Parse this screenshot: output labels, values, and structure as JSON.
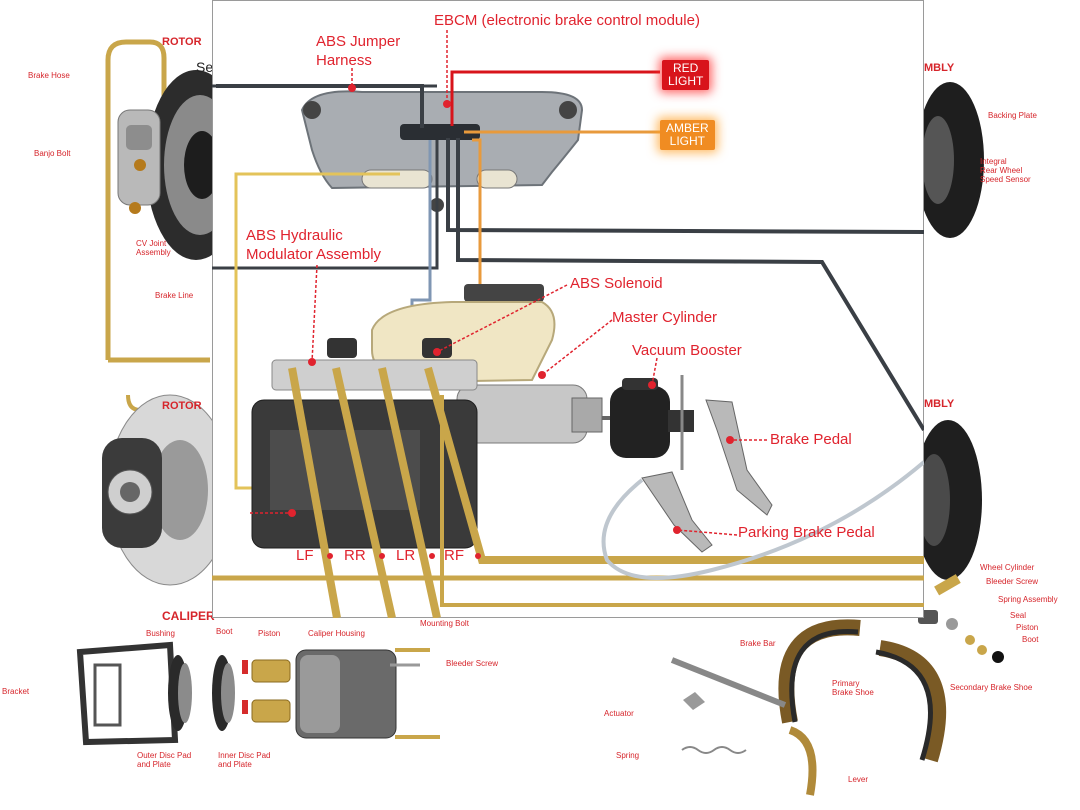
{
  "main_labels": {
    "ebcm": "EBCM (electronic brake control module)",
    "jumper_harness": "ABS Jumper\nHarness",
    "modulator": "ABS Hydraulic\nModulator Assembly",
    "solenoid": "ABS Solenoid",
    "master_cylinder": "Master Cylinder",
    "vacuum_booster": "Vacuum Booster",
    "brake_pedal": "Brake Pedal",
    "parking_pedal": "Parking Brake Pedal"
  },
  "lights": {
    "red": "RED\nLIGHT",
    "amber": "AMBER\nLIGHT"
  },
  "lines": {
    "lf": "LF",
    "rr": "RR",
    "lr": "LR",
    "rf": "RF"
  },
  "background": {
    "rotor_top": "ROTOR",
    "rotor_bottom": "ROTOR",
    "sensor": "Sensor",
    "assembly_top": "MBLY",
    "assembly_bottom": "MBLY",
    "caliper": "CALIPER",
    "brake_hose": "Brake Hose",
    "banjo_bolt": "Banjo Bolt",
    "cv_joint": "CV Joint\nAssembly",
    "brake_line": "Brake Line",
    "backing_plate": "Backing Plate",
    "wheel_speed": "Integral\nRear Wheel\nSpeed Sensor",
    "bushing": "Bushing",
    "boot": "Boot",
    "piston": "Piston",
    "caliper_housing": "Caliper Housing",
    "mounting_bolt": "Mounting Bolt",
    "bleeder_screw_left": "Bleeder Screw",
    "bracket": "Bracket",
    "outer_pad": "Outer Disc Pad\nand Plate",
    "inner_pad": "Inner Disc Pad\nand Plate",
    "wheel_cylinder": "Wheel Cylinder",
    "bleeder_screw_right": "Bleeder Screw",
    "spring_assembly": "Spring Assembly",
    "seal": "Seal",
    "piston_right": "Piston",
    "boot_right": "Boot",
    "brake_bar": "Brake Bar",
    "primary_shoe": "Primary\nBrake Shoe",
    "secondary_shoe": "Secondary Brake Shoe",
    "actuator": "Actuator",
    "spring": "Spring",
    "lever": "Lever"
  },
  "colors": {
    "label_red": "#e0232e",
    "brake_line_gold": "#c9a64a",
    "wire_dark": "#3a3f45",
    "wire_orange": "#e89a3c",
    "wire_yellow": "#e3c35a",
    "wire_blue": "#7f96b3",
    "red_light": "#d8141b",
    "amber_light": "#f08c22"
  }
}
